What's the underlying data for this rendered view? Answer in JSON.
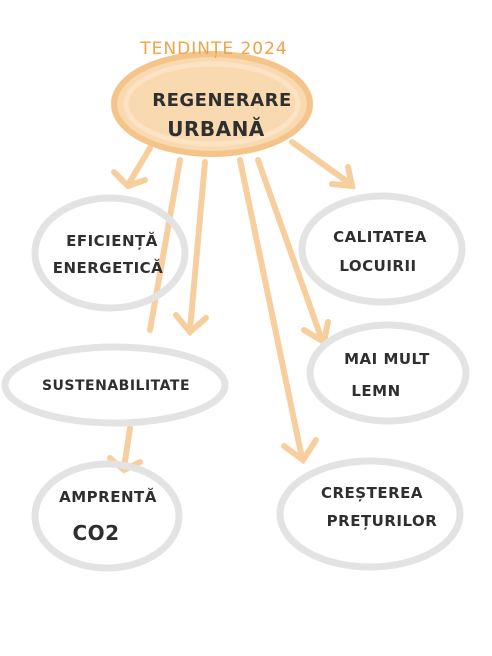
{
  "title": "TENDINȚE 2024",
  "center": {
    "line1": "REGENERARE",
    "line2": "URBANĂ"
  },
  "nodes": {
    "efficiency": {
      "line1": "EFICIENȚĂ",
      "line2": "ENERGETICĂ"
    },
    "housing": {
      "line1": "CALITATEA",
      "line2": "LOCUIRII"
    },
    "sustainability": {
      "line1": "SUSTENABILITATE"
    },
    "wood": {
      "line1": "MAI MULT",
      "line2": "LEMN"
    },
    "footprint": {
      "line1": "AMPRENTĂ",
      "line2": "CO2"
    },
    "prices": {
      "line1": "CREȘTEREA",
      "line2": "PREȚURILOR"
    }
  },
  "colors": {
    "accent": "#f0a347",
    "center_fill": "#f9d9b0",
    "arrow": "#f7cf9e",
    "bubble_stroke": "#e3e3e3",
    "ink": "#2f2f2f"
  }
}
